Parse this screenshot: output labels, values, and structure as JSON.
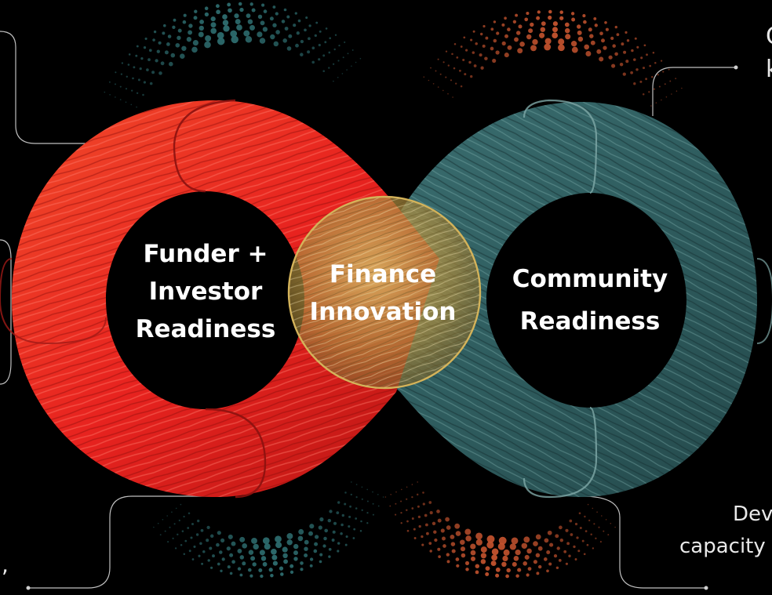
{
  "diagram": {
    "left_loop": {
      "line1": "Funder +",
      "line2": "Investor",
      "line3": "Readiness"
    },
    "center": {
      "line1": "Finance",
      "line2": "Innovation"
    },
    "right_loop": {
      "line1": "Community",
      "line2": "Readiness"
    },
    "edge_fragments": {
      "top_right_1": "C",
      "top_right_2": "k",
      "bottom_right_1": "Dev",
      "bottom_right_2": "capacity",
      "bottom_left": ","
    },
    "colors": {
      "background": "#000000",
      "left_loop": "#e8231f",
      "right_loop": "#2f5d5f",
      "center_circle": "#c9a84a",
      "dots_teal": "#2e6e70",
      "dots_orange": "#c4532e",
      "callout_lines": "#bfbfbf"
    }
  }
}
